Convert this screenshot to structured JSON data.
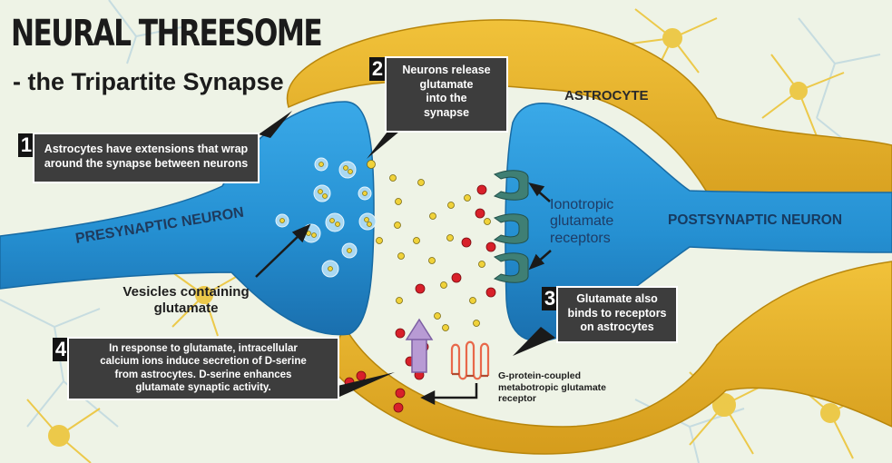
{
  "title": "NEURAL THREESOME",
  "subtitle": "- the Tripartite Synapse",
  "labels": {
    "astrocyte": "ASTROCYTE",
    "presynaptic": "PRESYNAPTIC NEURON",
    "postsynaptic": "POSTSYNAPTIC NEURON",
    "ionotropic": [
      "Ionotropic",
      "glutamate",
      "receptors"
    ],
    "vesicles": [
      "Vesicles containing",
      "glutamate"
    ],
    "gpcr": [
      "G-protein-coupled",
      "metabotropic glutamate",
      "receptor"
    ]
  },
  "callouts": [
    {
      "number": "1",
      "lines": [
        "Astrocytes have extensions that wrap",
        "around the synapse between neurons"
      ]
    },
    {
      "number": "2",
      "lines": [
        "Neurons release",
        "glutamate",
        "into the",
        "synapse"
      ]
    },
    {
      "number": "3",
      "lines": [
        "Glutamate also",
        "binds to receptors",
        "on astrocytes"
      ]
    },
    {
      "number": "4",
      "lines": [
        "In response to glutamate, intracellular",
        "calcium ions induce secretion of D-serine",
        "from astrocytes. D-serine enhances",
        "glutamate synaptic activity."
      ]
    }
  ],
  "colors": {
    "neuron_blue": "#2b95d6",
    "astrocyte_gold": "#e2ad24",
    "glutamate_yellow": "#f0d23a",
    "dserine_red": "#d8202a",
    "receptor_teal": "#3f7f74",
    "gpcr_orange": "#e8684a",
    "callout_bg": "#3d3d3d"
  }
}
